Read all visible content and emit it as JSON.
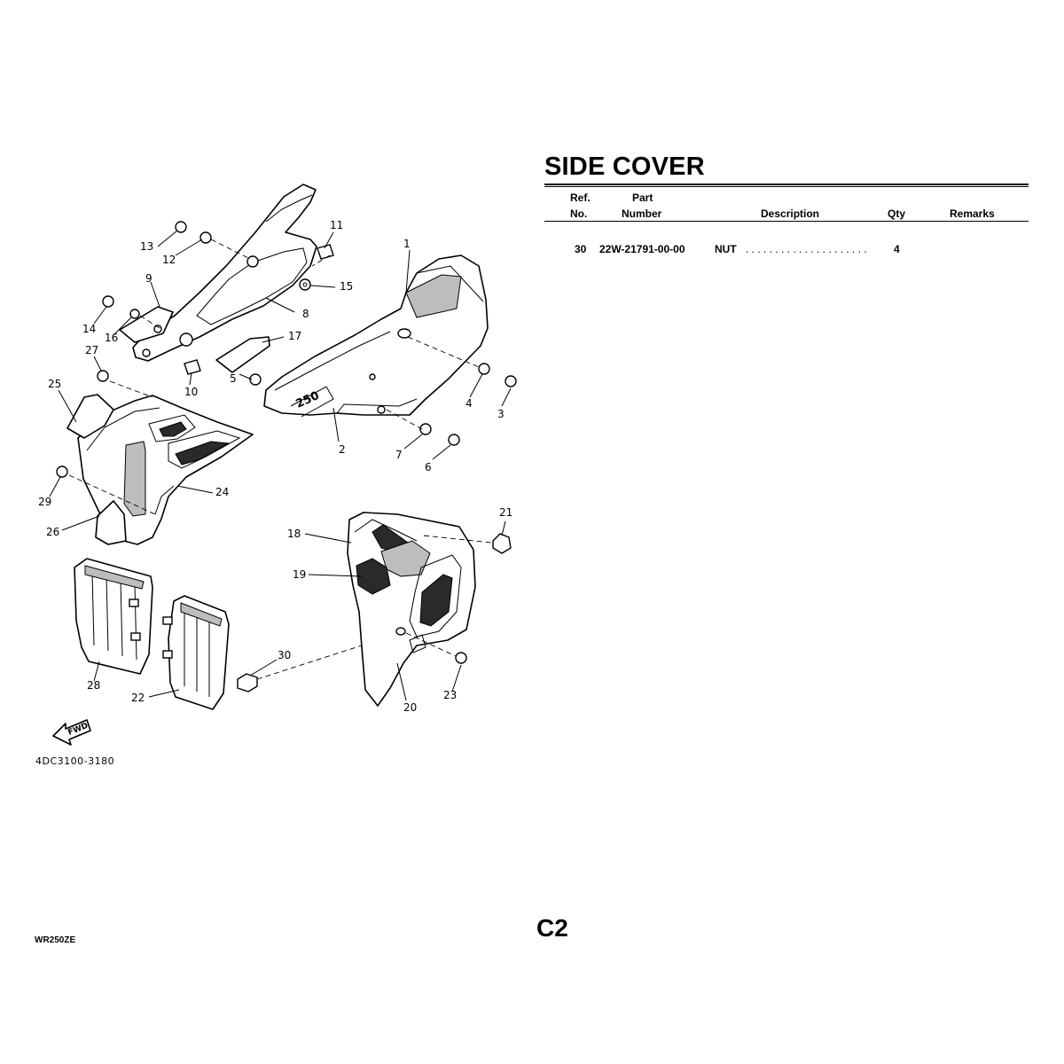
{
  "title": "SIDE COVER",
  "table": {
    "headers": {
      "ref_top": "Ref.",
      "ref_bottom": "No.",
      "part_top": "Part",
      "part_bottom": "Number",
      "description": "Description",
      "qty": "Qty",
      "remarks": "Remarks"
    },
    "rows": [
      {
        "ref": "30",
        "part_number": "22W-21791-00-00",
        "description": "NUT",
        "leader": ". . . . . . . . . . . . . . . . . . . . .",
        "qty": "4",
        "remarks": ""
      }
    ]
  },
  "diagram": {
    "callouts": [
      "1",
      "2",
      "3",
      "4",
      "5",
      "6",
      "7",
      "8",
      "9",
      "10",
      "11",
      "12",
      "13",
      "14",
      "15",
      "16",
      "17",
      "18",
      "19",
      "20",
      "21",
      "22",
      "23",
      "24",
      "25",
      "26",
      "27",
      "28",
      "29",
      "30"
    ],
    "decal_text": "250",
    "fwd_label": "FWD",
    "drawing_code": "4DC3100-3180"
  },
  "footer": {
    "model": "WR250ZE",
    "page": "C2"
  }
}
